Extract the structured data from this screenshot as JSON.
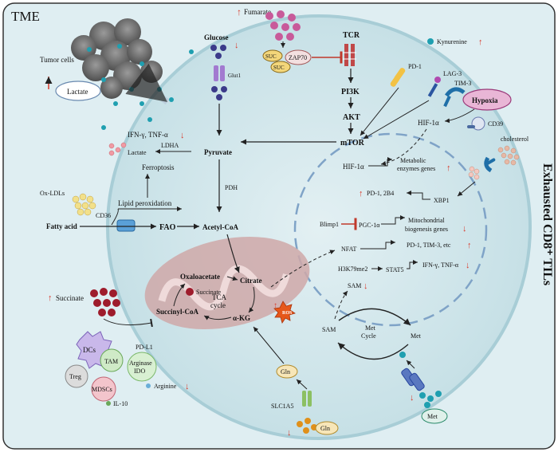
{
  "frame_label": "TME",
  "side_title": "Exhausted CD8⁺ TILs",
  "labels": {
    "tumor_cells": "Tumor cells",
    "lactate_oval": "Lactate",
    "fumarate": "Fumarate",
    "suc_1": "SUC",
    "suc_2": "SUC",
    "zap70": "ZAP70",
    "tcr": "TCR",
    "pi3k": "PI3K",
    "akt": "AKT",
    "mtor": "mTOR",
    "kynurenine": "Kynurenine",
    "pd1_membrane": "PD-1",
    "lag3": "LAG-3",
    "tim3": "TIM-3",
    "hypoxia": "Hypoxia",
    "hif1a_cyto": "HIF-1α",
    "cd39": "CD39",
    "cholesterol": "cholesterol",
    "glucose": "Glucose",
    "glut1": "Glut1",
    "ifn_tnf_out": "IFN-γ, TNF-α",
    "ldha": "LDHA",
    "lactate_in": "Lactate",
    "pyruvate": "Pyruvate",
    "ferroptosis": "Ferroptosis",
    "lipid_perox": "Lipid peroxidation",
    "ox_ldls": "Ox-LDLs",
    "cd36": "CD36",
    "fatty_acid": "Fatty acid",
    "fao": "FAO",
    "pdh": "PDH",
    "acetyl_coa": "Acetyl-CoA",
    "hif1a_nuc": "HIF-1α",
    "metabolic_genes_1": "Metabolic",
    "metabolic_genes_2": "enzymes genes",
    "pd1_2b4": "PD-1, 2B4",
    "xbp1": "XBP1",
    "blimp1": "Blimp1",
    "pgc1a": "PGC-1α",
    "mito_genes_1": "Mitochondrial",
    "mito_genes_2": "biogenesis genes",
    "nfat": "NFAT",
    "pd1_tim3_etc": "PD-1, TIM-3, etc",
    "h3k79me2": "H3K79me2",
    "stat5": "STAT5",
    "ifn_tnf_nuc": "IFN-γ, TNF-α",
    "sam_nuc": "SAM",
    "oxaloacetate": "Oxaloacetate",
    "citrate": "Citrate",
    "tca_1": "TCA",
    "tca_2": "cycle",
    "akg": "α-KG",
    "succinate_in": "Succinate",
    "succinyl_coa": "Succinyl-CoA",
    "ros": "ROS",
    "succinate_out": "Succinate",
    "dcs": "DCs",
    "tam": "TAM",
    "pdl1": "PD-L1",
    "arginase_1": "Arginase",
    "arginase_2": "IDO",
    "arginine": "Arginine",
    "treg": "Treg",
    "mdscs": "MDSCs",
    "il10": "IL-10",
    "gln_in": "Gln",
    "slc1a5": "SLC1A5",
    "gln_out": "Gln",
    "sam_cyto": "SAM",
    "met_cycle_1": "Met",
    "met_cycle_2": "Cycle",
    "met_in": "Met",
    "met_out": "Met"
  },
  "colors": {
    "cell_fill": "#cfe5ea",
    "cell_stroke": "#a8cdd6",
    "nucleus_dash": "#7fa3c7",
    "up_arrow": "#d93a2b",
    "down_arrow": "#d93a2b",
    "fumarate_dots": "#c85a9a",
    "glucose_dots": "#3b3a8a",
    "teal_dots": "#1f9fb0",
    "succinate_dots": "#9e1c2c",
    "gln_dots": "#e0901a",
    "hypoxia_fill": "#e9b6d6",
    "mito_fill": "#c9a3a3"
  }
}
